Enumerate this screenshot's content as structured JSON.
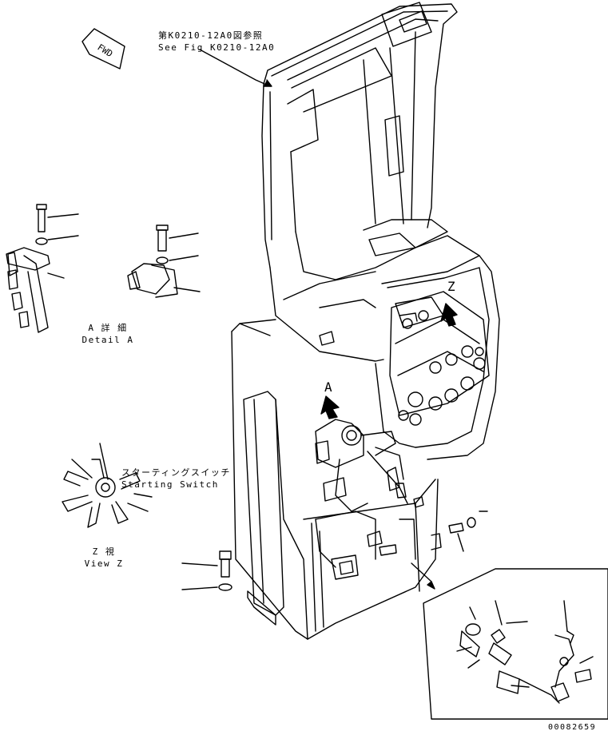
{
  "fwd_label": "FWD",
  "ref_note": {
    "line1": "第K0210-12A0図参照",
    "line2": "See Fig K0210-12A0"
  },
  "detail_a": {
    "line1": "A 詳 細",
    "line2": "Detail A"
  },
  "arrow_a": "A",
  "arrow_z": "Z",
  "starting_switch": {
    "line1": "スターティングスイッチ",
    "line2": "Starting Switch"
  },
  "view_z": {
    "line1": "Z 視",
    "line2": "View Z"
  },
  "drawing_number": "00082659"
}
